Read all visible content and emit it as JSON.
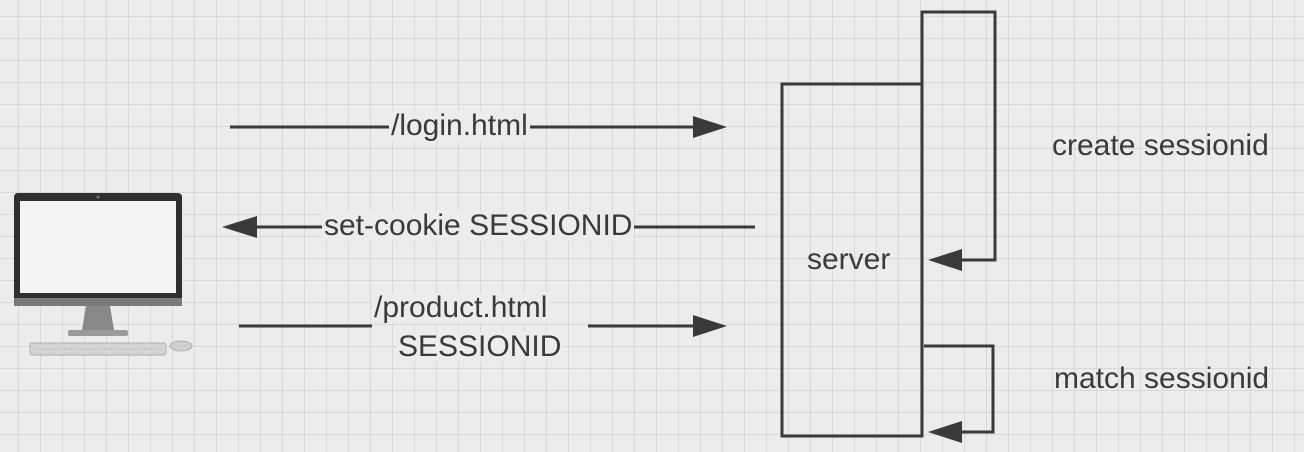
{
  "labels": {
    "login": "/login.html",
    "setcookie": "set-cookie SESSIONID",
    "product_line1": "/product.html",
    "product_line2": "SESSIONID",
    "server": "server",
    "create": "create sessionid",
    "match": "match sessionid"
  },
  "icons": {
    "client": "desktop-computer-icon"
  },
  "colors": {
    "line": "#3a3a3a",
    "background": "#ececec",
    "grid": "#d9d9d9"
  }
}
